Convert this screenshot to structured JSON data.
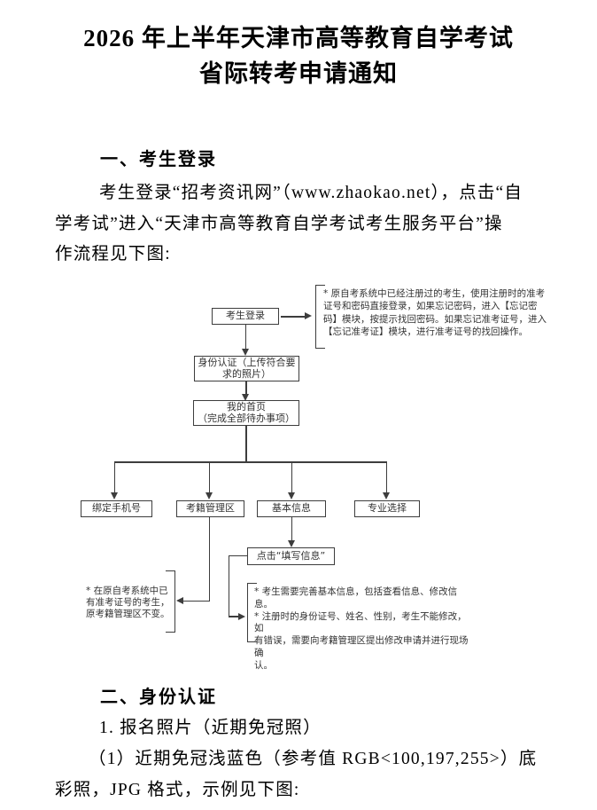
{
  "doc": {
    "title_line1": "2026 年上半年天津市高等教育自学考试",
    "title_line2": "省际转考申请通知"
  },
  "section_login": {
    "heading": "一、考生登录",
    "line1": "考生登录“招考资讯网”（www.zhaokao.net），点击“自",
    "line2": "学考试”进入“天津市高等教育自学考试考生服务平台”操",
    "line3": "作流程见下图:"
  },
  "flowchart": {
    "login_box": "考生登录",
    "identity_box": "身份认证（上传符合要\n求的照片）",
    "home_box": "我的首页\n（完成全部待办事项）",
    "bind_phone_box": "绑定手机号",
    "registry_box": "考籍管理区",
    "basic_info_box": "基本信息",
    "major_box": "专业选择",
    "fill_info_box": "点击“填写信息”",
    "login_note": "* 原自考系统中已经注册过的考生，使用注册时的准考\n证号和密码直接登录，如果忘记密码，进入【忘记密\n码】模块，按提示找回密码。如果忘记准考证号，进入\n【忘记准考证】模块，进行准考证号的找回操作。",
    "registry_note": "* 在原自考系统中已\n有准考证号的考生，\n原考籍管理区不变。",
    "basic_info_note": "* 考生需要完善基本信息，包括查看信息、修改信息。\n* 注册时的身份证号、姓名、性别，考生不能修改，如\n有错误，需要向考籍管理区提出修改申请并进行现场确\n认。"
  },
  "section_identity": {
    "heading": "二、身份认证",
    "line1": "1. 报名照片（近期免冠照）",
    "line2": "（1）近期免冠浅蓝色（参考值 RGB<100,197,255>）底",
    "line3": "彩照，JPG 格式，示例见下图:"
  },
  "colors": {
    "text": "#000000",
    "flow_line": "#3d3d3d",
    "background": "#ffffff"
  }
}
